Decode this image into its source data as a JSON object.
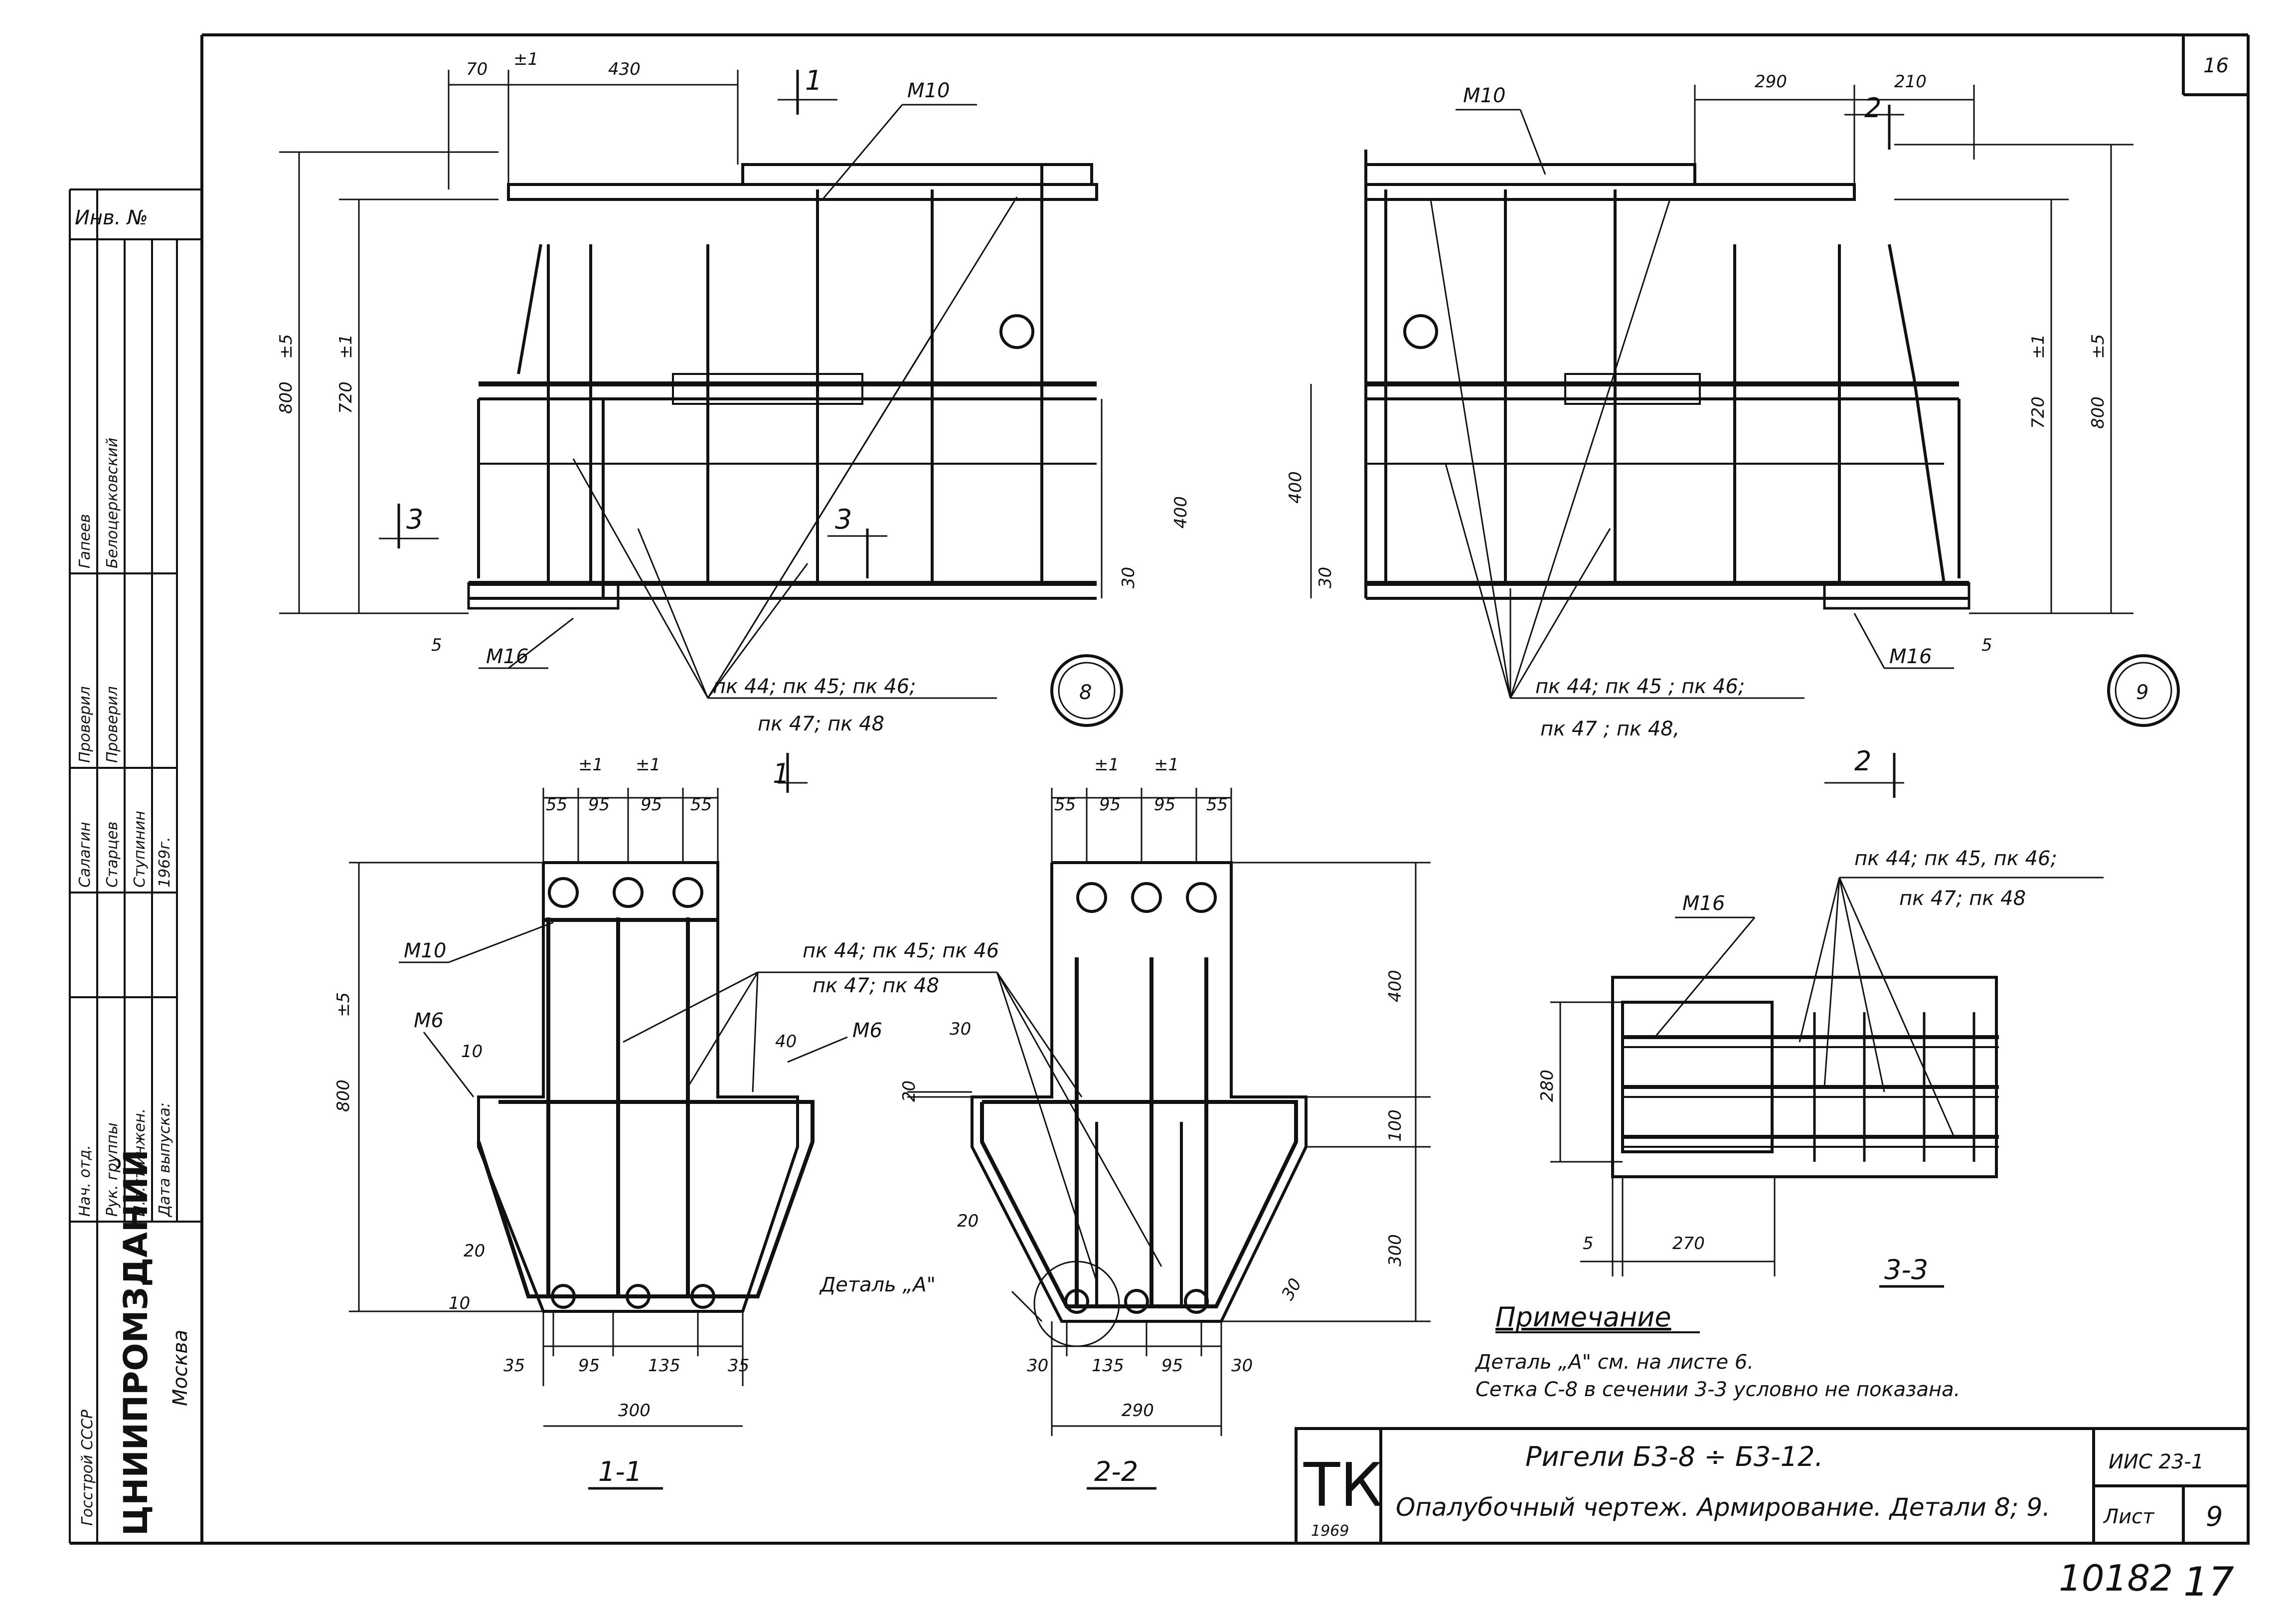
{
  "sheet": {
    "page_corner_number": "16",
    "archive_number": "10182",
    "archive_number_2": "17"
  },
  "stamp": {
    "inv_no": "Инв. №",
    "rows": [
      [
        "Нач. отд.",
        "",
        "Салагин",
        ""
      ],
      [
        "Рук. группы",
        "",
        "Старцев",
        ""
      ],
      [
        "И.о.ст.инжен.",
        "",
        "Ступинин",
        ""
      ]
    ],
    "checked_labels": [
      "Проверил",
      "Проверил"
    ],
    "checked_names": [
      "Гапеев",
      "Белоцерковский"
    ],
    "release_date_label": "Дата выпуска:",
    "release_year": "1969г.",
    "org_ministry": "Госстрой СССР",
    "org_name": "ЦНИИПРОМЗДАНИЙ",
    "org_city": "Москва"
  },
  "title_block": {
    "tk": "ТК",
    "tk_year": "1969",
    "title_line1": "Ригели Б3-8 ÷ Б3-12.",
    "title_line2": "Опалубочный чертеж. Армирование. Детали 8; 9.",
    "series": "ИИС 23-1",
    "sheet_label": "Лист",
    "sheet_no": "9"
  },
  "note": {
    "heading": "Примечание",
    "line1": "Деталь „А\" см. на листе 6.",
    "line2": "Сетка С-8 в сечении 3-3 условно не показана."
  },
  "detail_8": {
    "circle_label": "8",
    "dims": {
      "d70": "70",
      "tol_top": "±1",
      "d430": "430",
      "d800": "800",
      "tol_800": "±5",
      "d720": "720",
      "tol_720": "±1",
      "d400": "400",
      "d30": "30",
      "d5": "5"
    },
    "m10": "М10",
    "m16": "М16",
    "cut_1": "1",
    "cut_3a": "3",
    "cut_3b": "3",
    "rebar_1": "пк 44; пк 45; пк 46;",
    "rebar_2": "пк 47; пк 48"
  },
  "detail_9": {
    "circle_label": "9",
    "dims": {
      "d290": "290",
      "d210": "210",
      "d800": "800",
      "tol_800": "±5",
      "d720": "720",
      "tol_720": "±1",
      "d400": "400",
      "d30": "30",
      "d5": "5"
    },
    "m10": "М10",
    "m16": "М16",
    "cut_2": "2",
    "rebar_1": "пк 44; пк 45 ; пк 46;",
    "rebar_2": "пк 47 ;  пк 48,"
  },
  "section_1_1": {
    "title": "1-1",
    "tol_a": "±1",
    "tol_b": "±1",
    "top_dims": [
      "55",
      "95",
      "95",
      "55"
    ],
    "bottom_dims": [
      "35",
      "95",
      "135",
      "35"
    ],
    "base_width": "300",
    "height": "800",
    "height_tol": "±5",
    "m10": "М10",
    "m6": "М6",
    "m6b": "М6",
    "d10": "10",
    "d40": "40",
    "d20": "20",
    "d10b": "10",
    "rebar_1": "пк 44; пк 45; пк 46",
    "rebar_2": "пк 47; пк 48",
    "cut_mark": "1"
  },
  "section_2_2": {
    "title": "2-2",
    "tol_a": "±1",
    "tol_b": "±1",
    "top_dims": [
      "55",
      "95",
      "95",
      "55"
    ],
    "bottom_dims": [
      "30",
      "135",
      "95",
      "30"
    ],
    "base_width": "290",
    "right_dims": [
      "400",
      "100",
      "300"
    ],
    "d30": "30",
    "d20": "20",
    "d20b": "20",
    "d30b": "30",
    "detail_a": "Деталь „А\"",
    "cut_mark": "2"
  },
  "section_3_3": {
    "title": "3-3",
    "m16": "М16",
    "rebar_1": "пк 44; пк 45, пк 46;",
    "rebar_2": "пк 47; пк 48",
    "d280": "280",
    "d270": "270",
    "d5": "5"
  }
}
